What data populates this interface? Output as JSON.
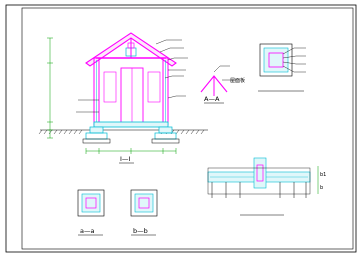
{
  "colors": {
    "wall": "#ff00ff",
    "concrete": "#00bcd4",
    "ink": "#000000",
    "leader": "#00a000",
    "dim": "#00a000",
    "border": "#000000",
    "fill_light": "#e0f7fa"
  },
  "section_main": {
    "caption": "I—I"
  },
  "detail_aa": {
    "caption": "A—A",
    "roof_label": "屋面板"
  },
  "detail_box_top": {
    "title": "",
    "subtitle": ""
  },
  "plan_footing": {
    "title": "",
    "label_b1": "b1",
    "label_b": "b"
  },
  "section_a": {
    "caption": "a—a"
  },
  "section_b": {
    "caption": "b—b"
  },
  "dimensions": {
    "left_top": "",
    "left_mid": "",
    "left_bottom": "",
    "bottom_row": ""
  }
}
